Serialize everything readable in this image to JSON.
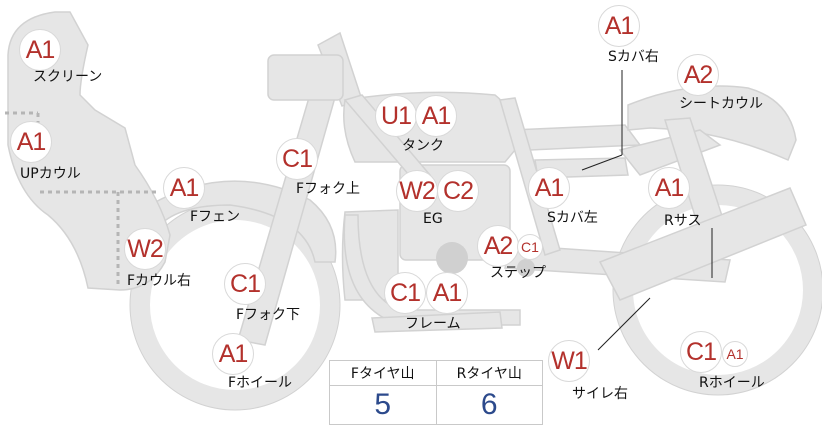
{
  "colors": {
    "part_fill": "#e6e6e6",
    "part_stroke": "#d2d2d2",
    "badge_text": "#b3312c",
    "value_text": "#2c4a8c",
    "leader": "#222222"
  },
  "parts": {
    "screen": {
      "label": "スクリーン",
      "badges": [
        "A1"
      ]
    },
    "up_cowl": {
      "label": "UPカウル",
      "badges": [
        "A1"
      ]
    },
    "f_fender": {
      "label": "Fフェン",
      "badges": [
        "A1"
      ]
    },
    "f_cowl_right": {
      "label": "Fカウル右",
      "badges": [
        "W2"
      ]
    },
    "f_fork_upper": {
      "label": "Fフォク上",
      "badges": [
        "C1"
      ]
    },
    "f_fork_lower": {
      "label": "Fフォク下",
      "badges": [
        "C1"
      ]
    },
    "f_wheel": {
      "label": "Fホイール",
      "badges": [
        "A1"
      ]
    },
    "tank": {
      "label": "タンク",
      "badges": [
        "U1",
        "A1"
      ]
    },
    "engine": {
      "label": "EG",
      "badges": [
        "W2",
        "C2"
      ]
    },
    "frame": {
      "label": "フレーム",
      "badges": [
        "C1",
        "A1"
      ]
    },
    "step": {
      "label": "ステップ",
      "badges": [
        "A2",
        "C1"
      ]
    },
    "s_cover_right": {
      "label": "Sカバ右",
      "badges": [
        "A1"
      ]
    },
    "s_cover_left": {
      "label": "Sカバ左",
      "badges": [
        "A1"
      ]
    },
    "seat_cowl": {
      "label": "シートカウル",
      "badges": [
        "A2"
      ]
    },
    "r_sus": {
      "label": "Rサス",
      "badges": [
        "A1"
      ]
    },
    "silencer_right": {
      "label": "サイレ右",
      "badges": [
        "W1"
      ]
    },
    "r_wheel": {
      "label": "Rホイール",
      "badges": [
        "C1",
        "A1"
      ]
    }
  },
  "tire_tread": {
    "headers": [
      "Fタイヤ山",
      "Rタイヤ山"
    ],
    "values": [
      "5",
      "6"
    ]
  }
}
